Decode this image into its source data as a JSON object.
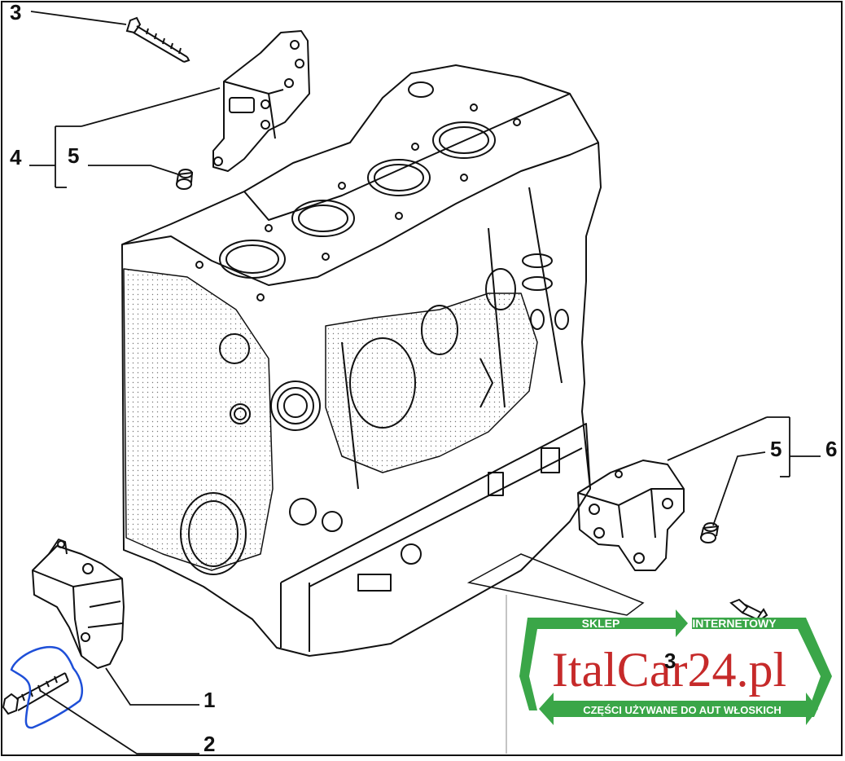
{
  "callouts": {
    "c3_top": "3",
    "c4": "4",
    "c5_left": "5",
    "c5_right": "5",
    "c6": "6",
    "c1": "1",
    "c2": "2",
    "c3_bottom": "3"
  },
  "watermark": {
    "top_left": "SKLEP",
    "top_right": "INTERNETOWY",
    "brand": "ItalCar24.pl",
    "bottom": "CZĘŚCI UŻYWANE DO AUT WŁOSKICH",
    "green": "#3aa648",
    "red": "#c62a2a"
  },
  "colors": {
    "line": "#111111",
    "annotation": "#1e4fd8"
  }
}
